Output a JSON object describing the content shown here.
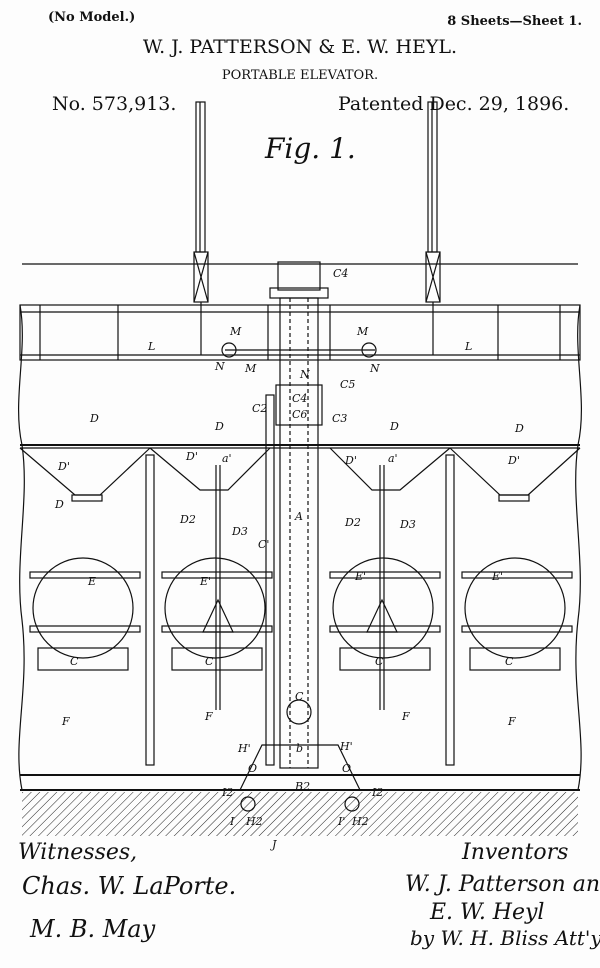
{
  "header": {
    "no_model": "(No Model.)",
    "sheets": "8 Sheets—Sheet 1.",
    "inventors": "W. J. PATTERSON & E. W. HEYL.",
    "title": "PORTABLE ELEVATOR.",
    "patent_number": "No. 573,913.",
    "patent_date": "Patented Dec. 29, 1896."
  },
  "figure": {
    "label": "Fig. 1.",
    "parts": [
      "C4",
      "M",
      "M",
      "L",
      "L",
      "N",
      "M",
      "N",
      "N",
      "C2",
      "C5",
      "C3",
      "C4",
      "C6",
      "D",
      "D",
      "D",
      "D",
      "D",
      "D'",
      "D'",
      "a'",
      "D'",
      "a'",
      "D'",
      "D2",
      "D3",
      "D2",
      "D3",
      "C'",
      "A",
      "E",
      "E'",
      "E'",
      "E'",
      "C",
      "C",
      "C",
      "C",
      "F",
      "F",
      "F",
      "F",
      "C",
      "b",
      "H'",
      "H'",
      "O",
      "O",
      "B2",
      "I2",
      "I2",
      "I",
      "H2",
      "I'",
      "H2",
      "J"
    ]
  },
  "footer": {
    "witnesses_label": "Witnesses,",
    "witness_1": "Chas. W. LaPorte.",
    "witness_2": "M. B. May",
    "inventors_label": "Inventors",
    "signature_1": "W. J. Patterson and",
    "signature_2": "E. W. Heyl",
    "signature_3": "by W. H. Bliss Att'y."
  }
}
